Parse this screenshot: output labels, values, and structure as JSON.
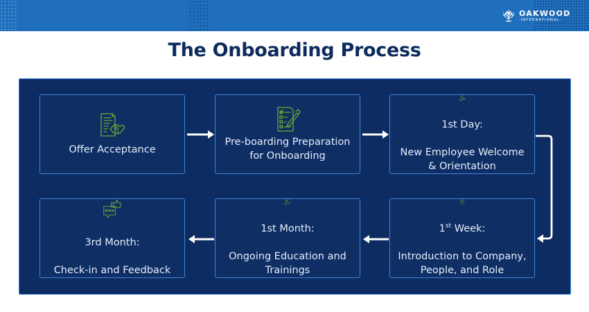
{
  "brand": {
    "name": "OAKWOOD",
    "tagline": "·INTERNATIONAL·",
    "logo_icon": "oak-tree-icon"
  },
  "title": "The Onboarding Process",
  "colors": {
    "banner": "#1f6fbc",
    "title": "#0d2b5e",
    "panel": "#0d2d62",
    "box_border": "#3d86dc",
    "icon_green": "#6aab2e",
    "arrow": "#ffffff",
    "text": "#e6eefb"
  },
  "steps": [
    {
      "id": 1,
      "icon": "contract-handshake-icon",
      "label": "Offer Acceptance"
    },
    {
      "id": 2,
      "icon": "checklist-pen-icon",
      "label": "Pre-boarding Preparation\nfor Onboarding"
    },
    {
      "id": 3,
      "icon": "new-employees-add-icon",
      "label_prefix": "1st Day:",
      "label": "New Employee Welcome\n& Orientation"
    },
    {
      "id": 4,
      "icon": "team-handshake-icon",
      "label_num": "1",
      "label_sup": "st",
      "label_prefix_rest": " Week:",
      "label": "Introduction to Company,\nPeople, and Role"
    },
    {
      "id": 5,
      "icon": "presentation-trainer-icon",
      "label_prefix": "1st Month:",
      "label": "Ongoing Education and\nTrainings"
    },
    {
      "id": 6,
      "icon": "feedback-thumbs-up-icon",
      "label_prefix": "3rd Month:",
      "label": "Check-in and Feedback"
    }
  ],
  "flow": [
    {
      "from": 1,
      "to": 2,
      "direction": "right"
    },
    {
      "from": 2,
      "to": 3,
      "direction": "right"
    },
    {
      "from": 3,
      "to": 4,
      "direction": "down"
    },
    {
      "from": 4,
      "to": 5,
      "direction": "left"
    },
    {
      "from": 5,
      "to": 6,
      "direction": "left"
    }
  ]
}
